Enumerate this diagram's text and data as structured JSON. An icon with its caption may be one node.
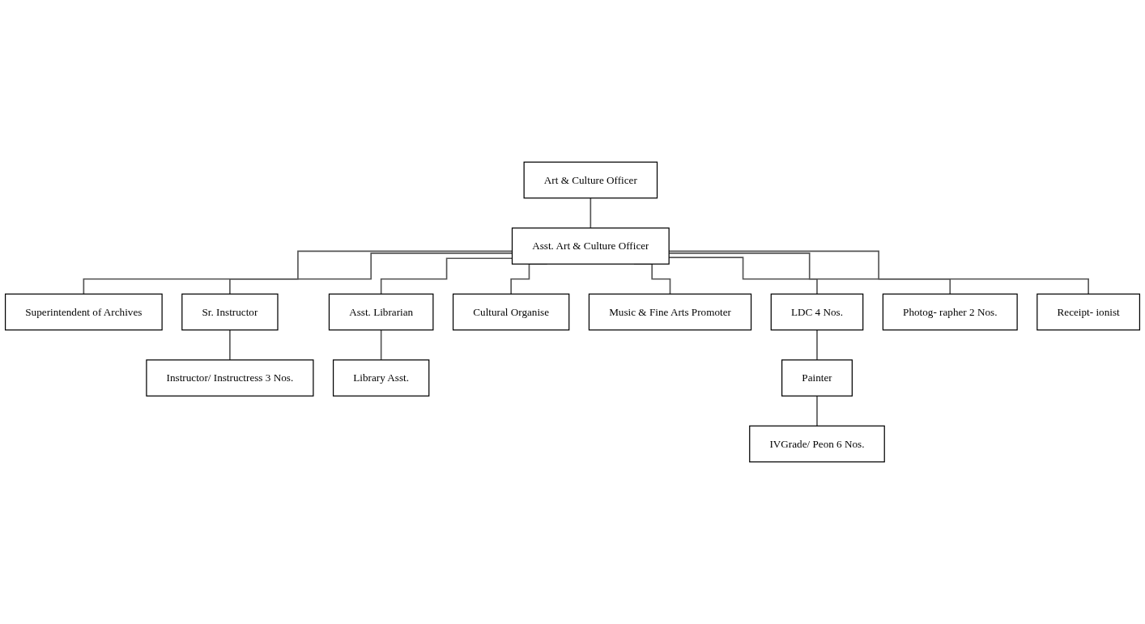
{
  "diagram": {
    "nodes": [
      {
        "text": [
          "Art & Culture Officer"
        ]
      },
      {
        "text": [
          "Asst. Art & Culture Officer"
        ]
      },
      {
        "text": [
          "Superintendent of Archives"
        ]
      },
      {
        "text": [
          "Asst. Librarian"
        ]
      },
      {
        "text": [
          "Sr. Instructor"
        ]
      },
      {
        "text": [
          "Cultural Organise"
        ]
      },
      {
        "text": [
          "Music & Fine Arts Promoter"
        ]
      },
      {
        "text": [
          "LDC 4 Nos."
        ]
      },
      {
        "text": [
          "Photog- rapher 2 Nos."
        ]
      },
      {
        "text": [
          "Receipt- ionist"
        ]
      },
      {
        "text": [
          "Instructor/ Instructress 3 Nos."
        ]
      },
      {
        "text": [
          "Library Asst."
        ]
      },
      {
        "text": [
          "Painter"
        ]
      },
      {
        "text": [
          "IVGrade/ Peon 6 Nos."
        ]
      }
    ],
    "edges": [
      {
        "from": 0,
        "to": 1,
        "arrow": "none"
      },
      {
        "from": 1,
        "to": 2,
        "arrow": "none"
      },
      {
        "from": 1,
        "to": 5,
        "arrow": "none"
      },
      {
        "from": 1,
        "to": 6,
        "arrow": "none"
      },
      {
        "from": 1,
        "to": 7,
        "arrow": "none"
      },
      {
        "from": 1,
        "to": 8,
        "arrow": "none"
      },
      {
        "from": 1,
        "to": 9,
        "arrow": "none"
      },
      {
        "from": 1,
        "to": 4,
        "arrow": "none"
      },
      {
        "from": 1,
        "to": 3,
        "arrow": "none"
      },
      {
        "from": 4,
        "to": 10,
        "arrow": "none"
      },
      {
        "from": 3,
        "to": 11,
        "arrow": "none"
      },
      {
        "from": 7,
        "to": 12,
        "arrow": "none"
      },
      {
        "from": 12,
        "to": 13,
        "arrow": "none"
      }
    ]
  }
}
